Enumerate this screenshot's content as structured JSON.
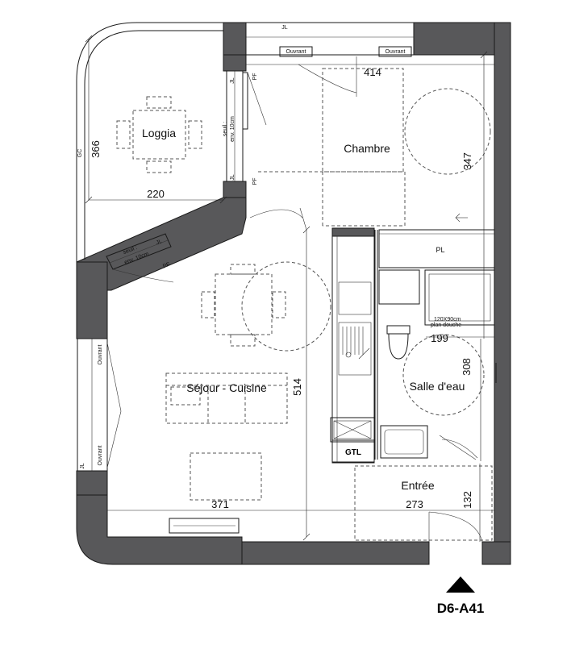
{
  "rooms": {
    "loggia": "Loggia",
    "chambre": "Chambre",
    "sejour": "Séjour - Cuisine",
    "salle_eau": "Salle d'eau",
    "entree": "Entrée"
  },
  "dimensions": {
    "loggia_w": "220",
    "loggia_h": "366",
    "chambre_w": "414",
    "chambre_h": "347",
    "sejour_w": "371",
    "sejour_h": "514",
    "sdb_w": "199",
    "sdb_h": "308",
    "entree_w": "273",
    "entree_h": "132"
  },
  "labels": {
    "ouvrant": "Ouvrant",
    "jl": "JL",
    "pf": "PF",
    "pl": "PL",
    "gc": "GC",
    "gtl": "GTL",
    "seuil": "seuil :",
    "env": "env. 10cm",
    "shower": "120X90cm",
    "shower2": "plan douche"
  },
  "unit_code": "D6-A41"
}
